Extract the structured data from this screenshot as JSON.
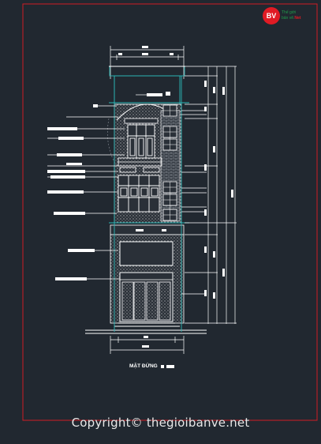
{
  "logo": {
    "badge_text": "BV",
    "line1": "Thế giới",
    "line2_prefix": "bản vẽ.",
    "line2_accent": "Net"
  },
  "drawing": {
    "title": "MẶT ĐỨNG"
  },
  "watermark": {
    "text": "Copyright© thegioibanve.net"
  },
  "colors": {
    "background": "#212830",
    "frame": "#d01c24",
    "line_white": "#ffffff",
    "line_cyan": "#2bb6b6",
    "line_grey": "#8a9099",
    "brand_red": "#e01b24",
    "brand_green": "#1f9d4a"
  }
}
